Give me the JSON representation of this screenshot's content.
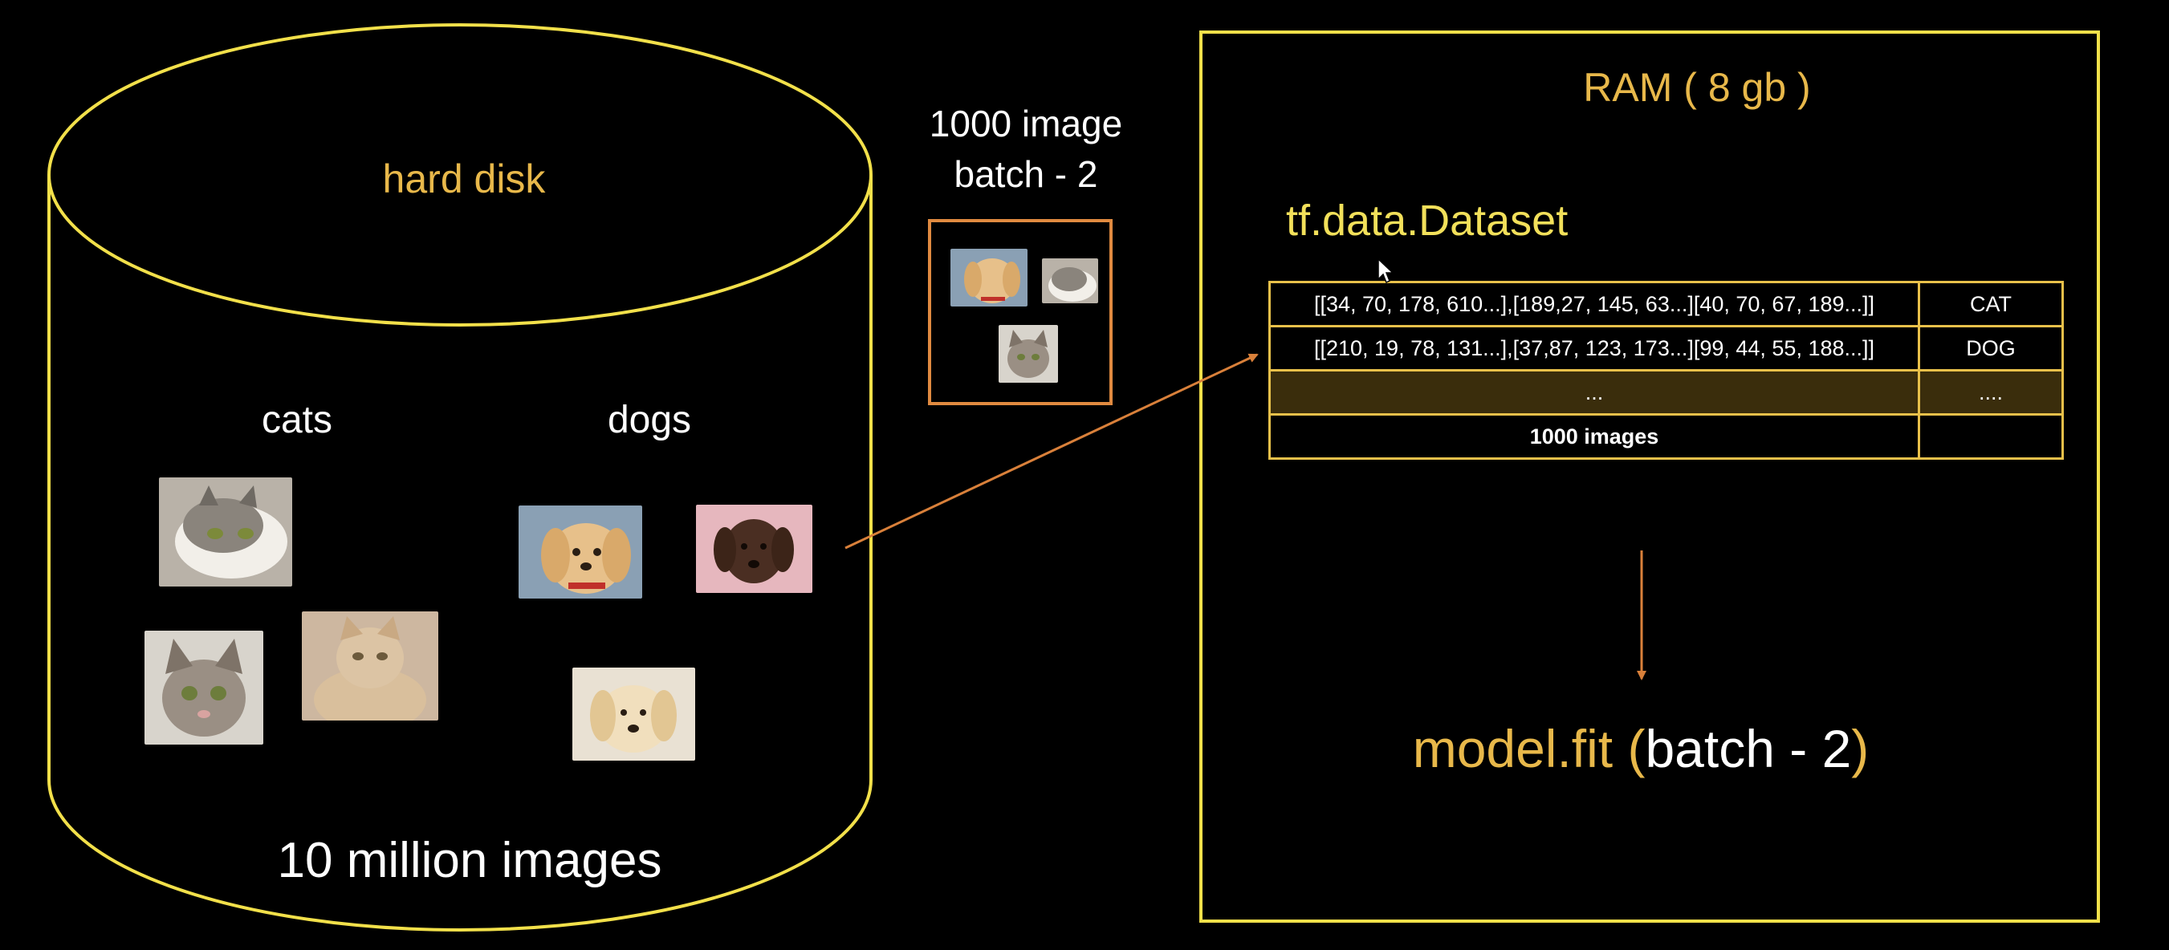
{
  "hard_disk": {
    "label": "hard disk",
    "categories": {
      "cats": "cats",
      "dogs": "dogs"
    },
    "total_label": "10 million images"
  },
  "batch": {
    "line1": "1000 image",
    "line2": "batch - 2"
  },
  "ram": {
    "title": "RAM ( 8 gb )",
    "dataset_title": "tf.data.Dataset",
    "table": {
      "rows": [
        {
          "data": "[[34, 70, 178, 610...],[189,27, 145, 63...][40, 70, 67, 189...]]",
          "label": "CAT"
        },
        {
          "data": "[[210, 19, 78, 131...],[37,87, 123, 173...][99, 44, 55, 188...]]",
          "label": "DOG"
        },
        {
          "data": "...",
          "label": "...."
        },
        {
          "data": "1000 images",
          "label": ""
        }
      ]
    },
    "model_fit": {
      "func": "model.fit",
      "open": "(",
      "arg": "batch - 2",
      "close": ")"
    }
  },
  "colors": {
    "disk_outline": "#f2e04a",
    "ram_outline": "#f2e04a",
    "batch_box": "#e08a40",
    "arrow": "#d9803a",
    "accent_text": "#e8b84a",
    "table_border": "#e8c04a",
    "table_shade": "#3a2d0c"
  },
  "icons": {
    "cursor": "mouse-pointer-icon"
  }
}
